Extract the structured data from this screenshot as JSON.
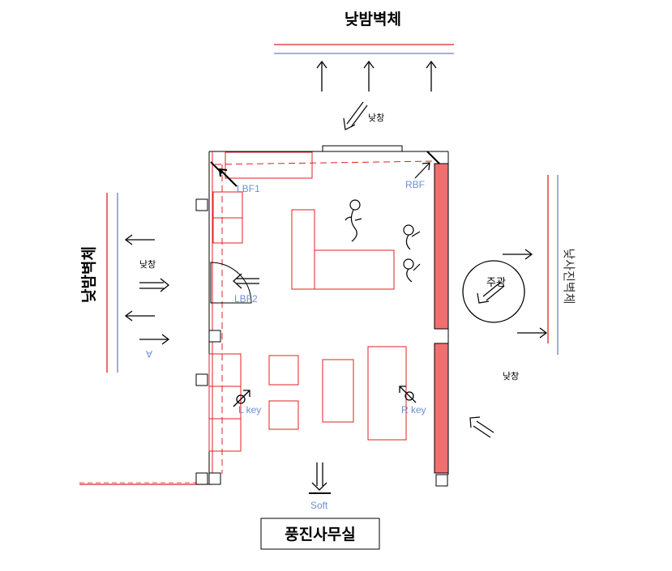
{
  "labels": {
    "top_wall": "낮밤벽체",
    "left_wall": "낮밤벽체",
    "right_wall": "낮사진벽체",
    "bottom_box": "풍진사무실",
    "top_window": "낮창",
    "left_window": "낮창",
    "right_window": "낮창",
    "main_light": "주광",
    "lbf1": "LBF1",
    "lbf2": "LBF2",
    "rbf": "RBF",
    "left_key": "L key",
    "right_key": "R key",
    "soft": "Soft",
    "a_mark": "A"
  },
  "colors": {
    "red": "#e02020",
    "blue": "#6f7fc0",
    "pink_fill": "#f07070",
    "blue_text": "#6f8fce"
  }
}
